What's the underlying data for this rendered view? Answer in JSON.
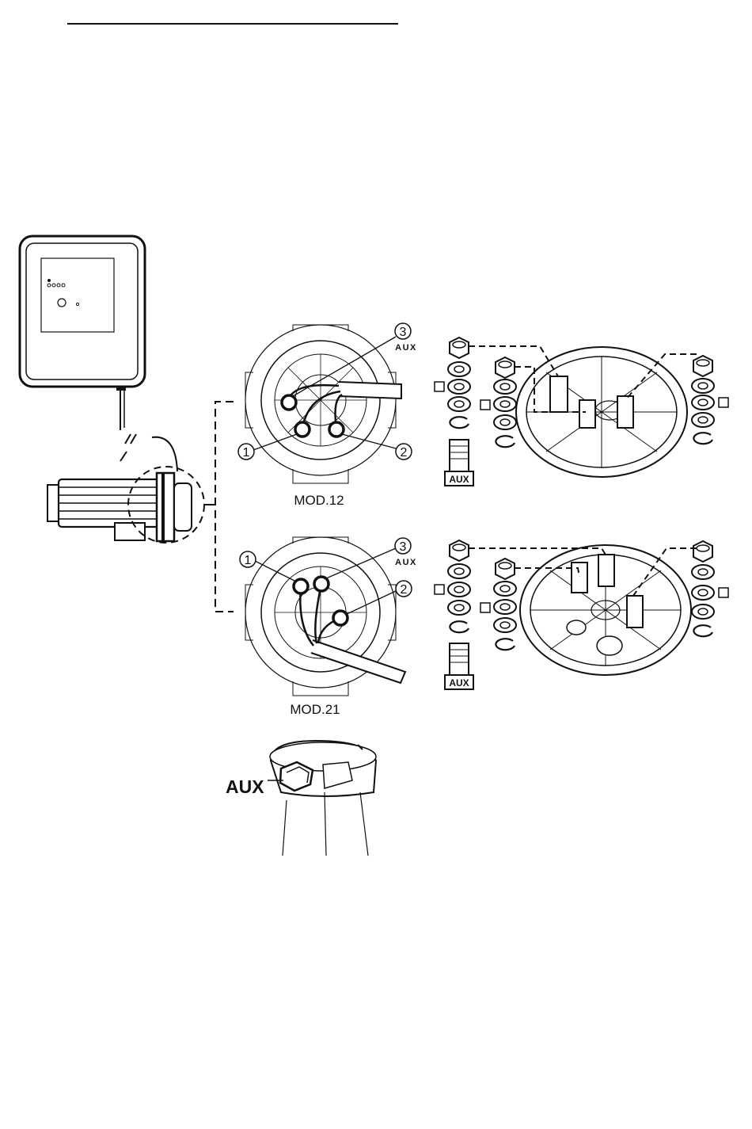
{
  "labels": {
    "mod12": "MOD.12",
    "mod21": "MOD.21",
    "aux_small_12": "AUX",
    "aux_small_21": "AUX",
    "aux_bolt_12": "AUX",
    "aux_bolt_21": "AUX",
    "aux_big": "AUX",
    "m12_n1": "1",
    "m12_n2": "2",
    "m12_n3": "3",
    "m21_n1": "1",
    "m21_n2": "2",
    "m21_n3": "3"
  },
  "colors": {
    "ink": "#111111",
    "paper": "#ffffff"
  }
}
